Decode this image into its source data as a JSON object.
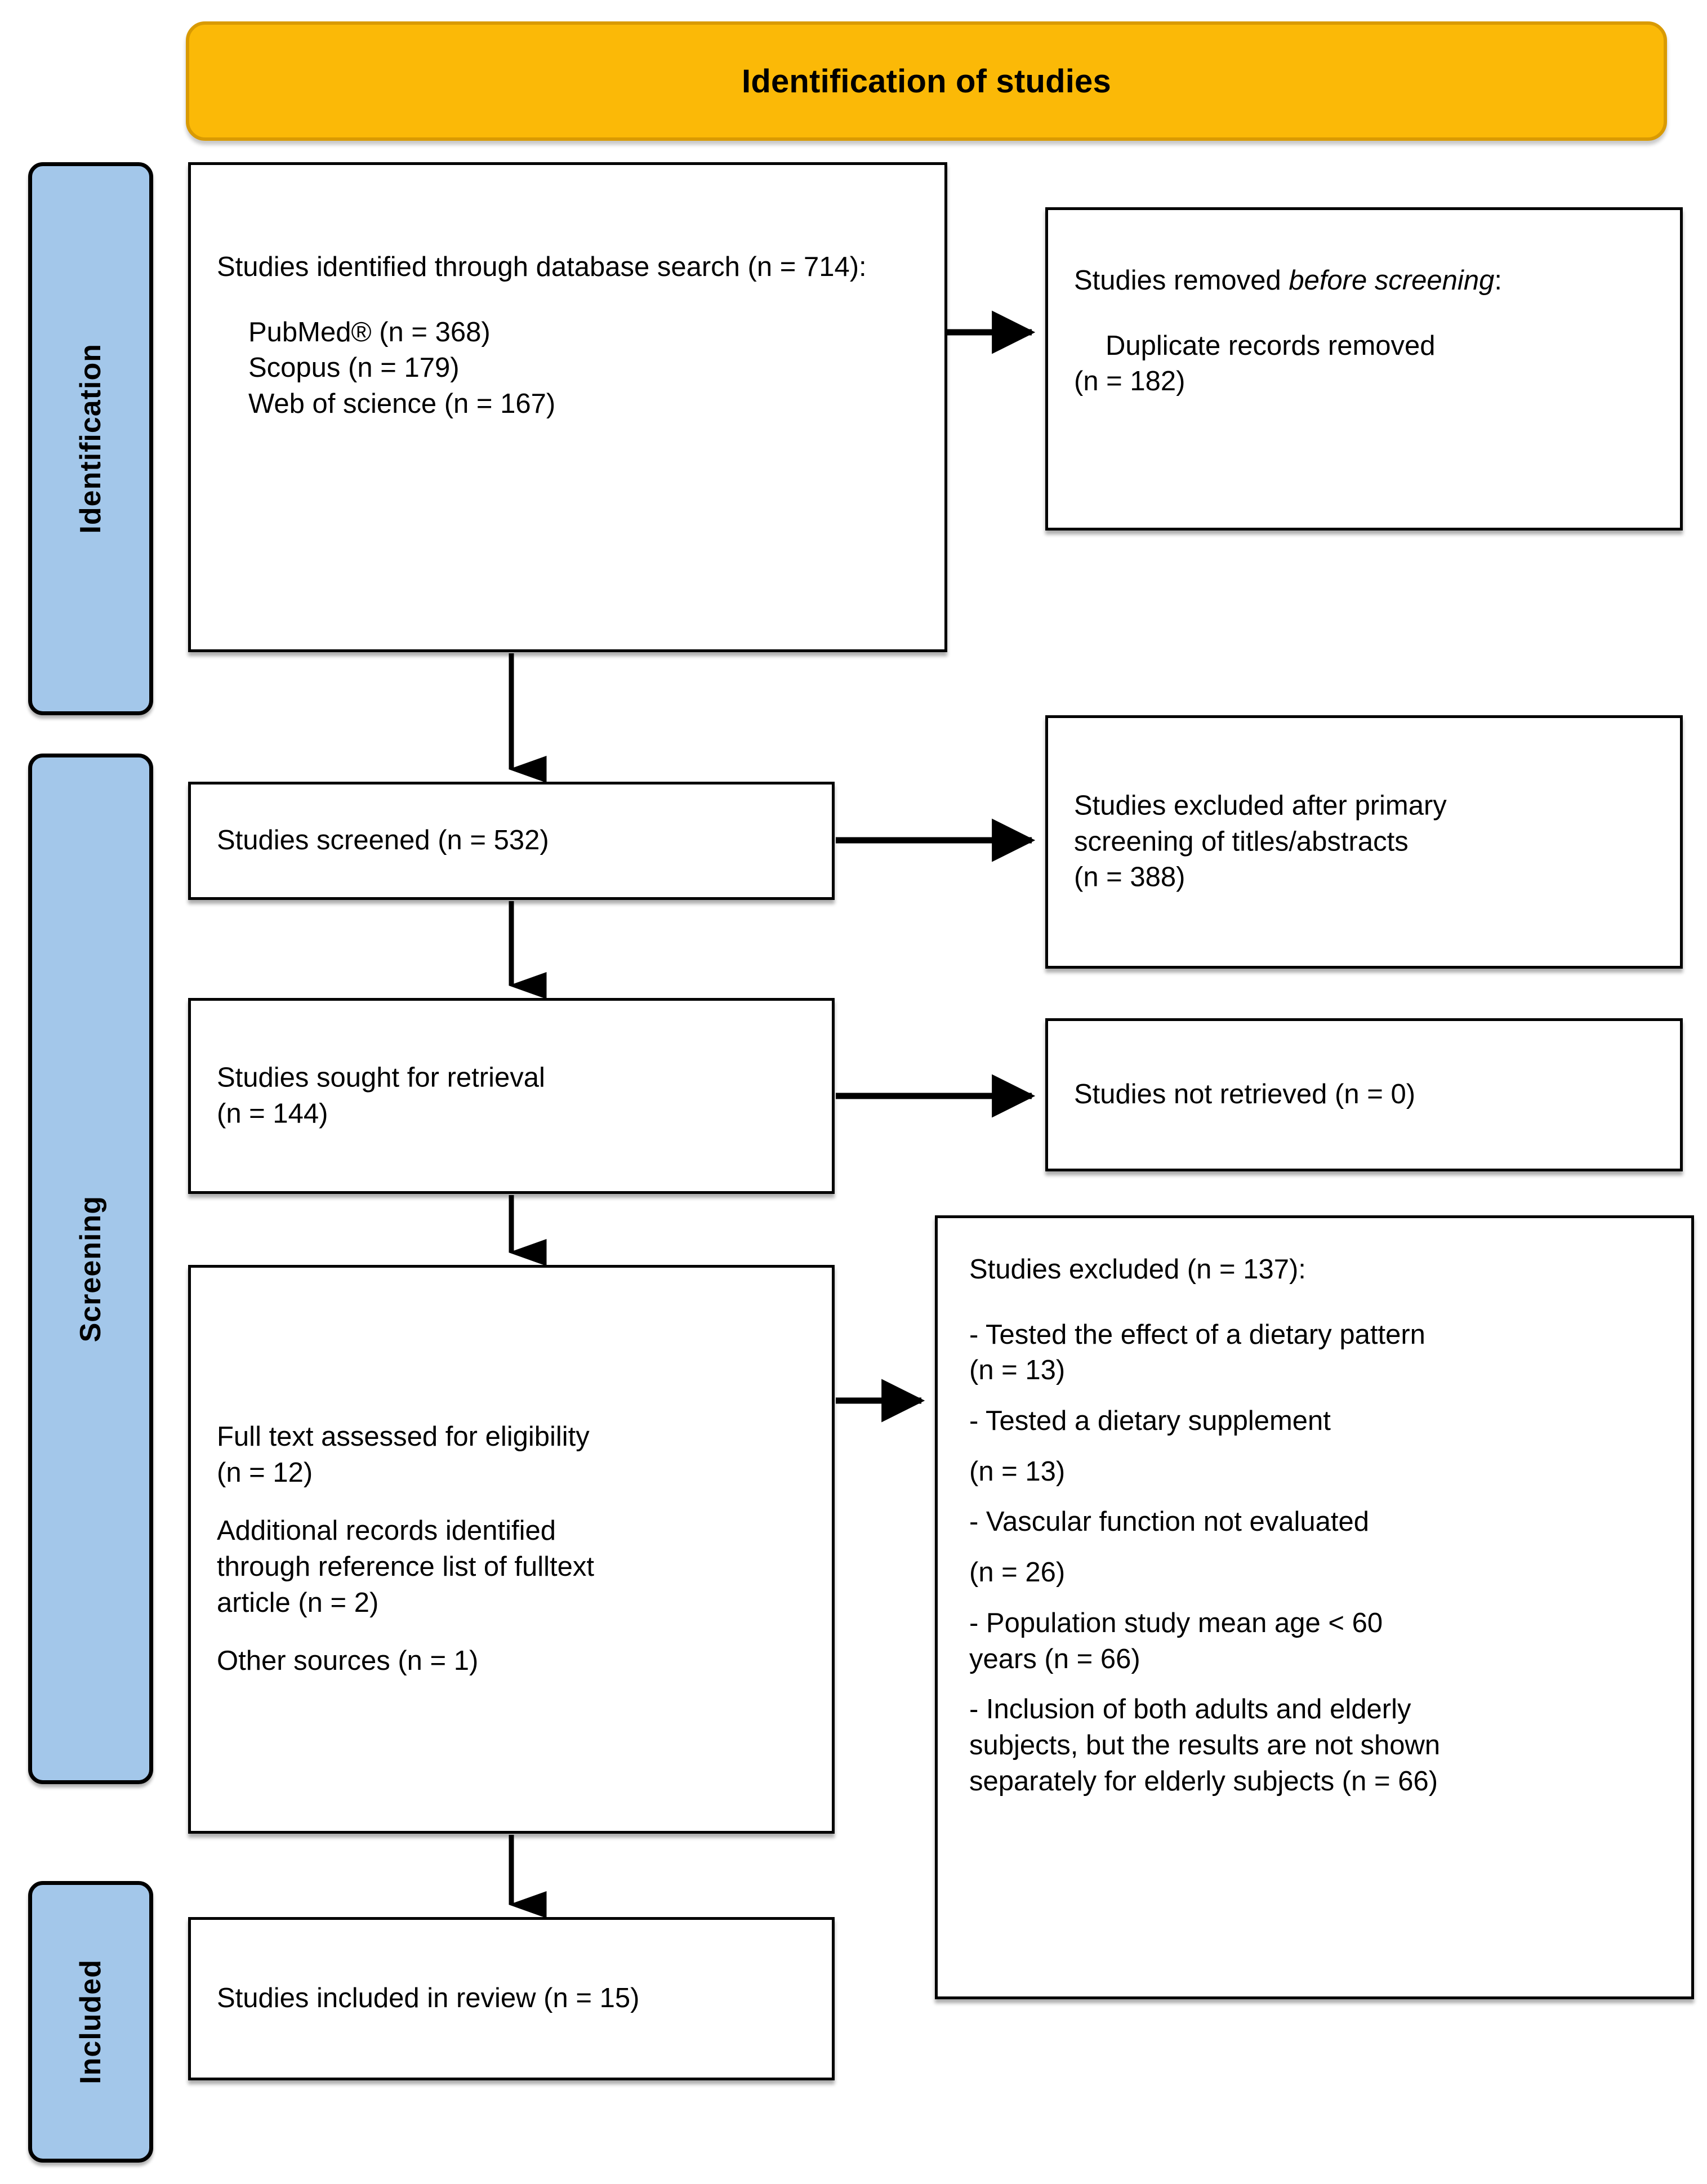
{
  "banner": {
    "title": "Identification of studies",
    "fill_color": "#FBB907",
    "border_color": "#D99A02"
  },
  "stages": [
    {
      "label": "Identification"
    },
    {
      "label": "Screening"
    },
    {
      "label": "Included"
    }
  ],
  "stage_fill_color": "#A3C7EA",
  "boxes": {
    "identified": {
      "heading": "Studies identified through database search (n = 714):",
      "sources": [
        "PubMed® (n = 368)",
        "Scopus (n = 179)",
        "Web of science (n = 167)"
      ]
    },
    "removed_before_screening": {
      "heading_part1": "Studies removed ",
      "heading_italic": "before screening",
      "heading_part2": ":",
      "detail_line1": "Duplicate records removed",
      "detail_line2": "(n = 182)"
    },
    "screened": {
      "text": "Studies screened (n = 532)"
    },
    "excluded_primary": {
      "line1": "Studies excluded after primary",
      "line2": "screening of titles/abstracts",
      "line3": "(n = 388)"
    },
    "sought_retrieval": {
      "line1": "Studies sought for retrieval",
      "line2": "(n = 144)"
    },
    "not_retrieved": {
      "text": "Studies not retrieved (n = 0)"
    },
    "full_text": {
      "line1": "Full text assessed for eligibility",
      "line2": "(n = 12)",
      "line3": "Additional records identified",
      "line4": "through reference list of fulltext",
      "line5": "article (n = 2)",
      "line6": "Other sources (n = 1)"
    },
    "excluded_full": {
      "heading": "Studies excluded (n = 137):",
      "reasons": [
        "- Tested the effect of a dietary pattern",
        "(n = 13)",
        "- Tested a dietary supplement",
        "(n = 13)",
        "- Vascular function not evaluated",
        "(n = 26)",
        "- Population study mean age < 60",
        "years (n = 66)",
        "- Inclusion of both adults and elderly",
        "subjects, but the results are not shown",
        "separately for elderly subjects (n = 66)"
      ]
    },
    "included": {
      "text": "Studies included in review (n = 15)"
    }
  },
  "chart_data": {
    "type": "diagram",
    "title": "Identification of studies",
    "nodes": [
      {
        "id": "identified",
        "stage": "Identification",
        "label": "Studies identified through database search",
        "n": 714
      },
      {
        "id": "pubmed",
        "stage": "Identification",
        "label": "PubMed®",
        "n": 368
      },
      {
        "id": "scopus",
        "stage": "Identification",
        "label": "Scopus",
        "n": 179
      },
      {
        "id": "wos",
        "stage": "Identification",
        "label": "Web of science",
        "n": 167
      },
      {
        "id": "duplicates",
        "stage": "Identification",
        "label": "Duplicate records removed",
        "n": 182
      },
      {
        "id": "screened",
        "stage": "Screening",
        "label": "Studies screened",
        "n": 532
      },
      {
        "id": "excluded_primary",
        "stage": "Screening",
        "label": "Studies excluded after primary screening of titles/abstracts",
        "n": 388
      },
      {
        "id": "sought",
        "stage": "Screening",
        "label": "Studies sought for retrieval",
        "n": 144
      },
      {
        "id": "not_retrieved",
        "stage": "Screening",
        "label": "Studies not retrieved",
        "n": 0
      },
      {
        "id": "fulltext",
        "stage": "Screening",
        "label": "Full text assessed for eligibility",
        "n": 12
      },
      {
        "id": "additional_refs",
        "stage": "Screening",
        "label": "Additional records identified through reference list of fulltext article",
        "n": 2
      },
      {
        "id": "other_sources",
        "stage": "Screening",
        "label": "Other sources",
        "n": 1
      },
      {
        "id": "excluded_full",
        "stage": "Screening",
        "label": "Studies excluded",
        "n": 137
      },
      {
        "id": "included",
        "stage": "Included",
        "label": "Studies included in review",
        "n": 15
      }
    ],
    "exclusion_reasons": [
      {
        "reason": "Tested the effect of a dietary pattern",
        "n": 13
      },
      {
        "reason": "Tested a dietary supplement",
        "n": 13
      },
      {
        "reason": "Vascular function not evaluated",
        "n": 26
      },
      {
        "reason": "Population study mean age < 60 years",
        "n": 66
      },
      {
        "reason": "Inclusion of both adults and elderly subjects, but the results are not shown separately for elderly subjects",
        "n": 66
      }
    ],
    "edges": [
      {
        "from": "identified",
        "to": "duplicates"
      },
      {
        "from": "identified",
        "to": "screened"
      },
      {
        "from": "screened",
        "to": "excluded_primary"
      },
      {
        "from": "screened",
        "to": "sought"
      },
      {
        "from": "sought",
        "to": "not_retrieved"
      },
      {
        "from": "sought",
        "to": "fulltext"
      },
      {
        "from": "fulltext",
        "to": "excluded_full"
      },
      {
        "from": "fulltext",
        "to": "included"
      }
    ]
  }
}
